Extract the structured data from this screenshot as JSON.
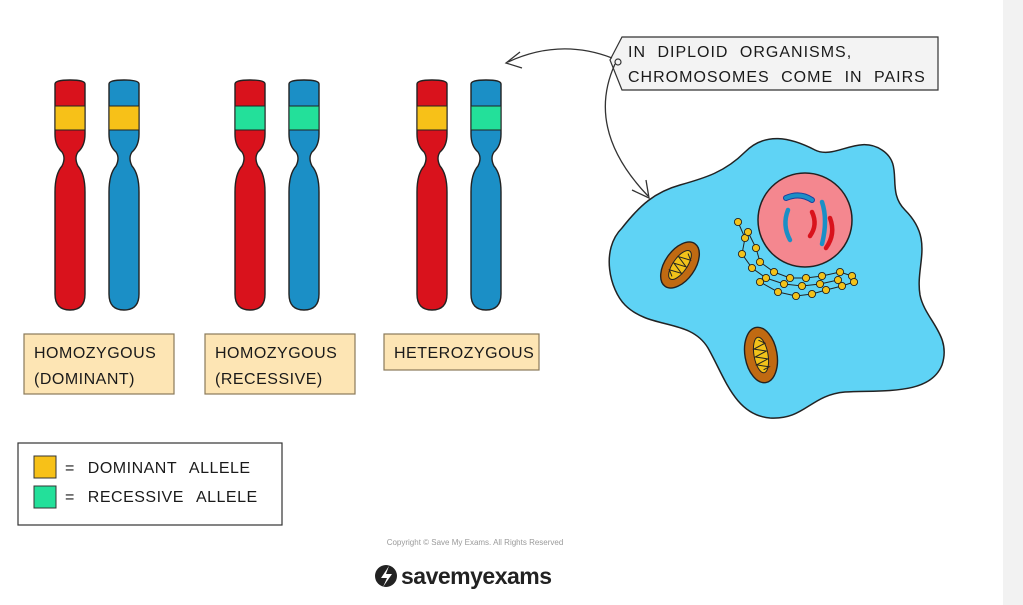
{
  "colors": {
    "maternal_chromosome": "#d9121c",
    "paternal_chromosome": "#1b8fc6",
    "dominant_allele": "#f7c118",
    "recessive_allele": "#23e09a",
    "label_box": "#fde5b4",
    "cell_cytoplasm": "#5fd3f5",
    "nucleus": "#f4878f",
    "mitochondrion": "#c06a12",
    "er": "#f2c21a"
  },
  "pairs": [
    {
      "label_line1": "HOMOZYGOUS",
      "label_line2": "(DOMINANT)",
      "left_allele": "dominant",
      "right_allele": "dominant"
    },
    {
      "label_line1": "HOMOZYGOUS",
      "label_line2": "(RECESSIVE)",
      "left_allele": "recessive",
      "right_allele": "recessive"
    },
    {
      "label_line1": "HETEROZYGOUS",
      "label_line2": "",
      "left_allele": "dominant",
      "right_allele": "recessive"
    }
  ],
  "callout": {
    "line1": "IN DIPLOID ORGANISMS,",
    "line2": "CHROMOSOMES COME IN PAIRS"
  },
  "legend": {
    "dominant": "= DOMINANT ALLELE",
    "recessive": "= RECESSIVE ALLELE"
  },
  "footer": {
    "copyright": "Copyright © Save My Exams. All Rights Reserved",
    "brand": "savemyexams"
  },
  "icons": {
    "brand_logo": "lightning-bolt-circle-icon"
  }
}
